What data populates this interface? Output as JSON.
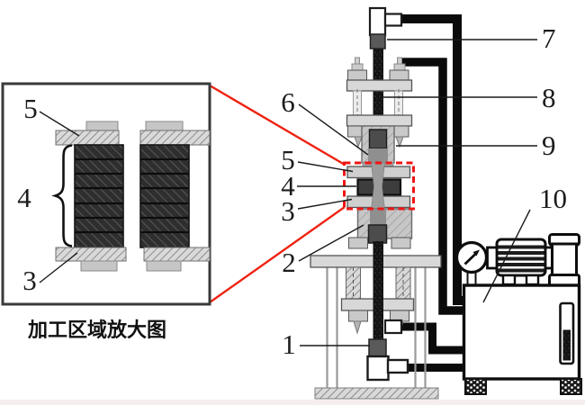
{
  "figure": {
    "type": "technical-diagram",
    "description_visible_text_only": true,
    "caption": "加工区域放大图",
    "labels": {
      "left": [
        "6",
        "5",
        "4",
        "3",
        "2",
        "1"
      ],
      "right": [
        "7",
        "8",
        "9",
        "10"
      ],
      "inset": [
        "5",
        "4",
        "3"
      ]
    },
    "colors": {
      "highlight_red": "#ee1515",
      "line_dark": "#1a1a1a",
      "metal_light": "#d8d8d8",
      "metal_dark": "#4c4c4c",
      "pipe_black": "#0b0b0b"
    }
  }
}
